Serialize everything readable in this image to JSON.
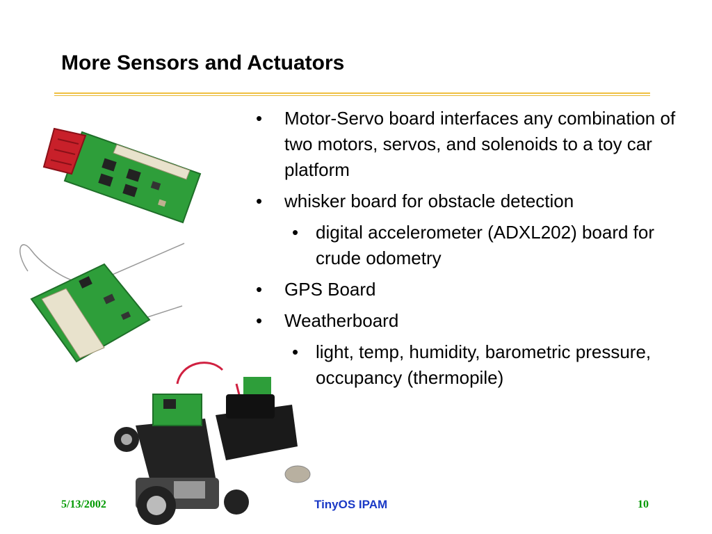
{
  "slide": {
    "title": "More Sensors and Actuators",
    "bullets": [
      {
        "level": 1,
        "text": "Motor-Servo board interfaces any combination of two motors, servos, and solenoids to a toy car platform"
      },
      {
        "level": 1,
        "text": "whisker board for obstacle detection"
      },
      {
        "level": 2,
        "text": "digital accelerometer (ADXL202) board for crude odometry"
      },
      {
        "level": 1,
        "text": "GPS Board"
      },
      {
        "level": 1,
        "text": "Weatherboard"
      },
      {
        "level": 2,
        "text": "light, temp, humidity, barometric pressure, occupancy (thermopile)"
      }
    ],
    "bullet_glyph": "•"
  },
  "footer": {
    "date": "5/13/2002",
    "center": "TinyOS IPAM",
    "page": "10"
  },
  "colors": {
    "rule": "#f0c040",
    "footer_green": "#009900",
    "footer_blue": "#1a39c6",
    "pcb_green": "#2e9e3a"
  }
}
